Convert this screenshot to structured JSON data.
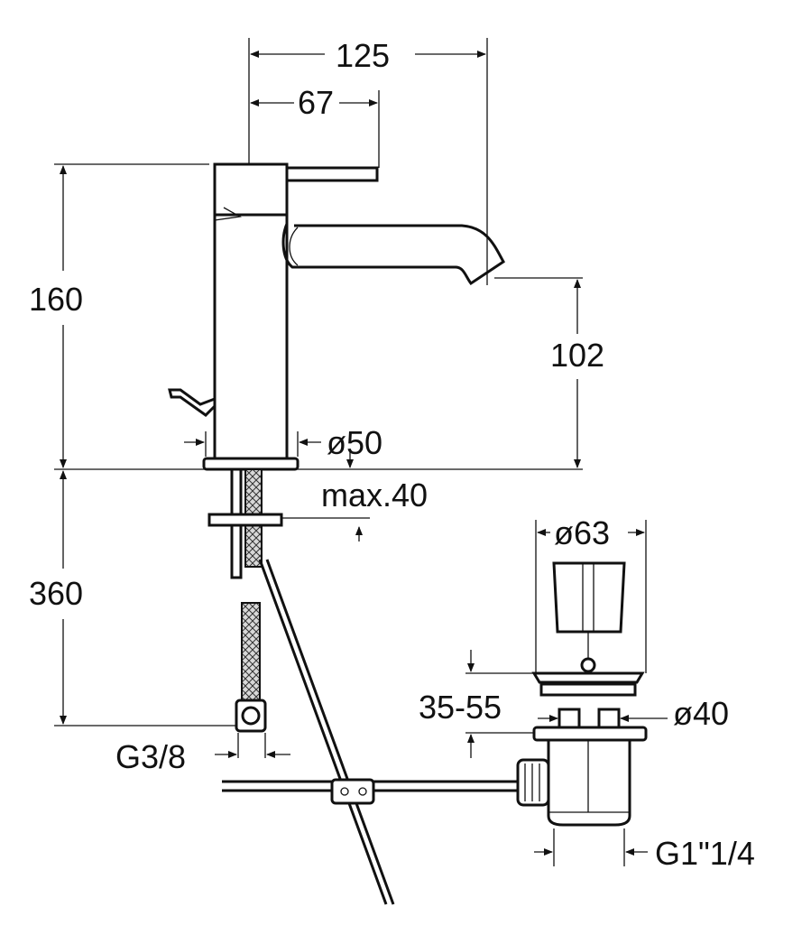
{
  "dimensions": {
    "overall_reach": "125",
    "lever_reach": "67",
    "total_height": "160",
    "spout_height": "102",
    "base_diameter": "ø50",
    "max_deck_thickness": "max.40",
    "hose_length": "360",
    "hose_connection": "G3/8",
    "waste_head_diameter": "ø63",
    "waste_clamp_range": "35-55",
    "waste_diameter": "ø40",
    "waste_thread": "G1\"1/4"
  },
  "colors": {
    "line": "#111111",
    "background": "#ffffff"
  }
}
